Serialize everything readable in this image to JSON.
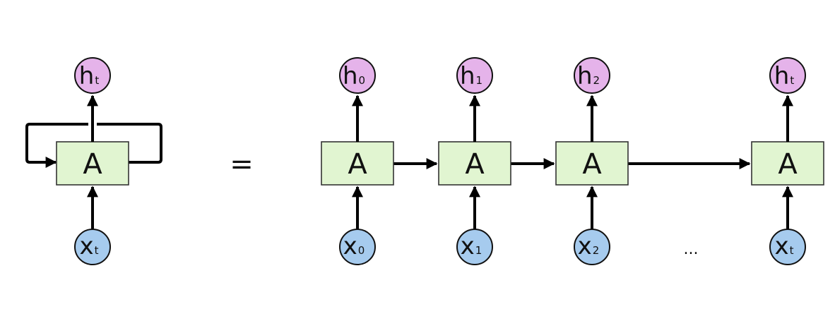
{
  "folded": {
    "cell_label": "A",
    "output": {
      "main": "h",
      "sub": "t"
    },
    "input": {
      "main": "x",
      "sub": "t"
    }
  },
  "equals_sign": "=",
  "unrolled": [
    {
      "cell_label": "A",
      "output": {
        "main": "h",
        "sub": "0"
      },
      "input": {
        "main": "x",
        "sub": "0"
      }
    },
    {
      "cell_label": "A",
      "output": {
        "main": "h",
        "sub": "1"
      },
      "input": {
        "main": "x",
        "sub": "1"
      }
    },
    {
      "cell_label": "A",
      "output": {
        "main": "h",
        "sub": "2"
      },
      "input": {
        "main": "x",
        "sub": "2"
      }
    },
    {
      "cell_label": "A",
      "output": {
        "main": "h",
        "sub": "t"
      },
      "input": {
        "main": "x",
        "sub": "t"
      }
    }
  ],
  "ellipsis": "..."
}
